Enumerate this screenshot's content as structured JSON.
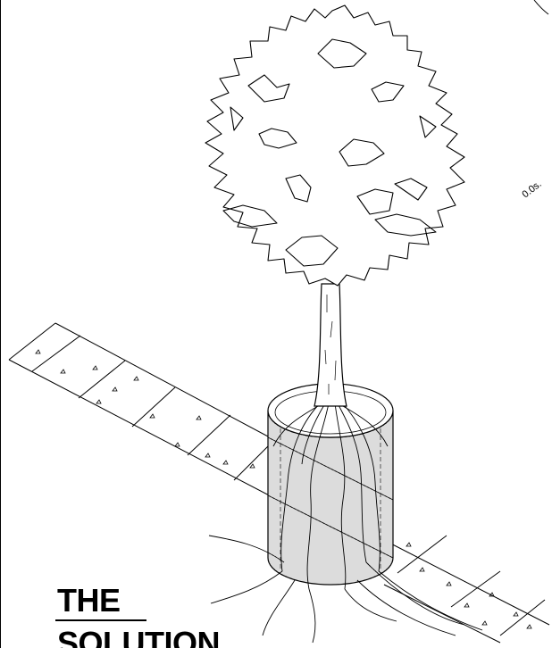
{
  "title": {
    "line1": "THE",
    "line2": "SOLUTION"
  },
  "illustration": {
    "subject": "tree-with-root-barrier-beside-paved-path",
    "corner_annotation": "0.0s."
  },
  "colors": {
    "ink": "#000000",
    "background": "#ffffff",
    "barrier_fill": "#bdbdbd"
  }
}
